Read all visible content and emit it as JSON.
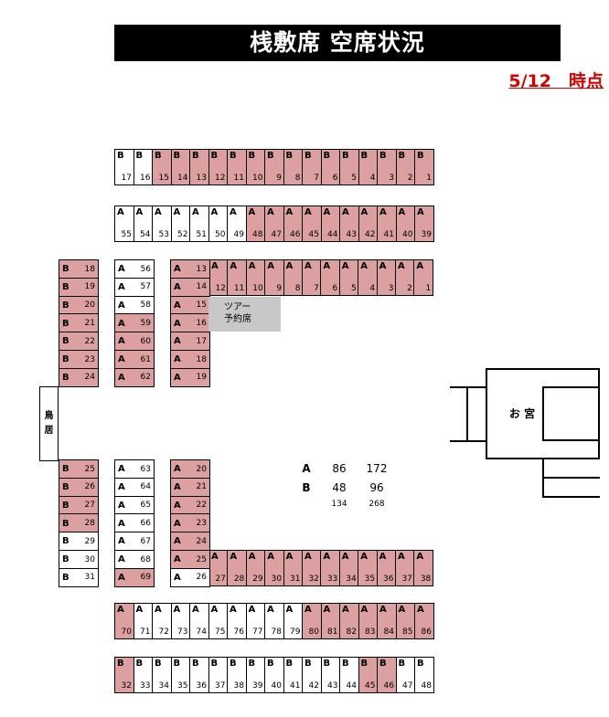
{
  "title": "桟敷席 空席状況",
  "date": "5/12　時点",
  "tour_label_1": "ツアー",
  "tour_label_2": "予約席",
  "torii_1": "鳥",
  "torii_2": "居",
  "shrine": "お 宮",
  "summary": {
    "rows": [
      {
        "label": "A",
        "c1": "86",
        "c2": "172"
      },
      {
        "label": "B",
        "c1": "48",
        "c2": "96"
      }
    ],
    "totals": {
      "c1": "134",
      "c2": "268"
    }
  },
  "colors": {
    "taken": "#dca0a0",
    "available": "#ffffff",
    "tour": "#c8c8c8",
    "date": "#d40000"
  },
  "rows": {
    "row_b_top": {
      "letter": "B",
      "seats": [
        {
          "n": "17",
          "t": false
        },
        {
          "n": "16",
          "t": false
        },
        {
          "n": "15",
          "t": true
        },
        {
          "n": "14",
          "t": true
        },
        {
          "n": "13",
          "t": true
        },
        {
          "n": "12",
          "t": true
        },
        {
          "n": "11",
          "t": true
        },
        {
          "n": "10",
          "t": true
        },
        {
          "n": "9",
          "t": true
        },
        {
          "n": "8",
          "t": true
        },
        {
          "n": "7",
          "t": true
        },
        {
          "n": "6",
          "t": true
        },
        {
          "n": "5",
          "t": true
        },
        {
          "n": "4",
          "t": true
        },
        {
          "n": "3",
          "t": true
        },
        {
          "n": "2",
          "t": true
        },
        {
          "n": "1",
          "t": true
        }
      ]
    },
    "row_a_top": {
      "letter": "A",
      "seats": [
        {
          "n": "55",
          "t": false
        },
        {
          "n": "54",
          "t": false
        },
        {
          "n": "53",
          "t": false
        },
        {
          "n": "52",
          "t": false
        },
        {
          "n": "51",
          "t": false
        },
        {
          "n": "50",
          "t": false
        },
        {
          "n": "49",
          "t": false
        },
        {
          "n": "48",
          "t": true
        },
        {
          "n": "47",
          "t": true
        },
        {
          "n": "46",
          "t": true
        },
        {
          "n": "45",
          "t": true
        },
        {
          "n": "44",
          "t": true
        },
        {
          "n": "43",
          "t": true
        },
        {
          "n": "42",
          "t": true
        },
        {
          "n": "41",
          "t": true
        },
        {
          "n": "40",
          "t": true
        },
        {
          "n": "39",
          "t": true
        }
      ]
    },
    "row_a_upper": {
      "letter": "A",
      "seats": [
        {
          "n": "12",
          "t": true
        },
        {
          "n": "11",
          "t": true
        },
        {
          "n": "10",
          "t": true
        },
        {
          "n": "9",
          "t": true
        },
        {
          "n": "8",
          "t": true
        },
        {
          "n": "7",
          "t": true
        },
        {
          "n": "6",
          "t": true
        },
        {
          "n": "5",
          "t": true
        },
        {
          "n": "4",
          "t": true
        },
        {
          "n": "3",
          "t": true
        },
        {
          "n": "2",
          "t": true
        },
        {
          "n": "1",
          "t": true
        }
      ]
    },
    "row_a_lower": {
      "letter": "A",
      "seats": [
        {
          "n": "27",
          "t": true
        },
        {
          "n": "28",
          "t": true
        },
        {
          "n": "29",
          "t": true
        },
        {
          "n": "30",
          "t": true
        },
        {
          "n": "31",
          "t": true
        },
        {
          "n": "32",
          "t": true
        },
        {
          "n": "33",
          "t": true
        },
        {
          "n": "34",
          "t": true
        },
        {
          "n": "35",
          "t": true
        },
        {
          "n": "36",
          "t": true
        },
        {
          "n": "37",
          "t": true
        },
        {
          "n": "38",
          "t": true
        }
      ]
    },
    "row_a_bottom": {
      "letter": "A",
      "seats": [
        {
          "n": "70",
          "t": true
        },
        {
          "n": "71",
          "t": false
        },
        {
          "n": "72",
          "t": false
        },
        {
          "n": "73",
          "t": false
        },
        {
          "n": "74",
          "t": false
        },
        {
          "n": "75",
          "t": false
        },
        {
          "n": "76",
          "t": false
        },
        {
          "n": "77",
          "t": false
        },
        {
          "n": "78",
          "t": false
        },
        {
          "n": "79",
          "t": false
        },
        {
          "n": "80",
          "t": true
        },
        {
          "n": "81",
          "t": true
        },
        {
          "n": "82",
          "t": true
        },
        {
          "n": "83",
          "t": true
        },
        {
          "n": "84",
          "t": true
        },
        {
          "n": "85",
          "t": true
        },
        {
          "n": "86",
          "t": true
        }
      ]
    },
    "row_b_bottom": {
      "letter": "B",
      "seats": [
        {
          "n": "32",
          "t": true
        },
        {
          "n": "33",
          "t": false
        },
        {
          "n": "34",
          "t": false
        },
        {
          "n": "35",
          "t": false
        },
        {
          "n": "36",
          "t": false
        },
        {
          "n": "37",
          "t": false
        },
        {
          "n": "38",
          "t": false
        },
        {
          "n": "39",
          "t": false
        },
        {
          "n": "40",
          "t": false
        },
        {
          "n": "41",
          "t": false
        },
        {
          "n": "42",
          "t": false
        },
        {
          "n": "43",
          "t": false
        },
        {
          "n": "44",
          "t": false
        },
        {
          "n": "45",
          "t": true
        },
        {
          "n": "46",
          "t": true
        },
        {
          "n": "47",
          "t": false
        },
        {
          "n": "48",
          "t": false
        }
      ]
    }
  },
  "cols": {
    "col_b_upper": {
      "letter": "B",
      "seats": [
        {
          "n": "18",
          "t": true
        },
        {
          "n": "19",
          "t": true
        },
        {
          "n": "20",
          "t": true
        },
        {
          "n": "21",
          "t": true
        },
        {
          "n": "22",
          "t": true
        },
        {
          "n": "23",
          "t": true
        },
        {
          "n": "24",
          "t": true
        }
      ]
    },
    "col_a_upper": {
      "letter": "A",
      "seats": [
        {
          "n": "56",
          "t": false
        },
        {
          "n": "57",
          "t": false
        },
        {
          "n": "58",
          "t": false
        },
        {
          "n": "59",
          "t": true
        },
        {
          "n": "60",
          "t": true
        },
        {
          "n": "61",
          "t": true
        },
        {
          "n": "62",
          "t": true
        }
      ]
    },
    "col_a_inner_upper": {
      "letter": "A",
      "seats": [
        {
          "n": "13",
          "t": true
        },
        {
          "n": "14",
          "t": true
        },
        {
          "n": "15",
          "t": true
        },
        {
          "n": "16",
          "t": true
        },
        {
          "n": "17",
          "t": true
        },
        {
          "n": "18",
          "t": true
        },
        {
          "n": "19",
          "t": true
        }
      ]
    },
    "col_b_lower": {
      "letter": "B",
      "seats": [
        {
          "n": "25",
          "t": true
        },
        {
          "n": "26",
          "t": true
        },
        {
          "n": "27",
          "t": true
        },
        {
          "n": "28",
          "t": true
        },
        {
          "n": "29",
          "t": false
        },
        {
          "n": "30",
          "t": false
        },
        {
          "n": "31",
          "t": false
        }
      ]
    },
    "col_a_lower": {
      "letter": "A",
      "seats": [
        {
          "n": "63",
          "t": false
        },
        {
          "n": "64",
          "t": false
        },
        {
          "n": "65",
          "t": false
        },
        {
          "n": "66",
          "t": false
        },
        {
          "n": "67",
          "t": false
        },
        {
          "n": "68",
          "t": false
        },
        {
          "n": "69",
          "t": true
        }
      ]
    },
    "col_a_inner_lower": {
      "letter": "A",
      "seats": [
        {
          "n": "20",
          "t": true
        },
        {
          "n": "21",
          "t": true
        },
        {
          "n": "22",
          "t": true
        },
        {
          "n": "23",
          "t": true
        },
        {
          "n": "24",
          "t": true
        },
        {
          "n": "25",
          "t": true
        },
        {
          "n": "26",
          "t": false
        }
      ]
    }
  }
}
